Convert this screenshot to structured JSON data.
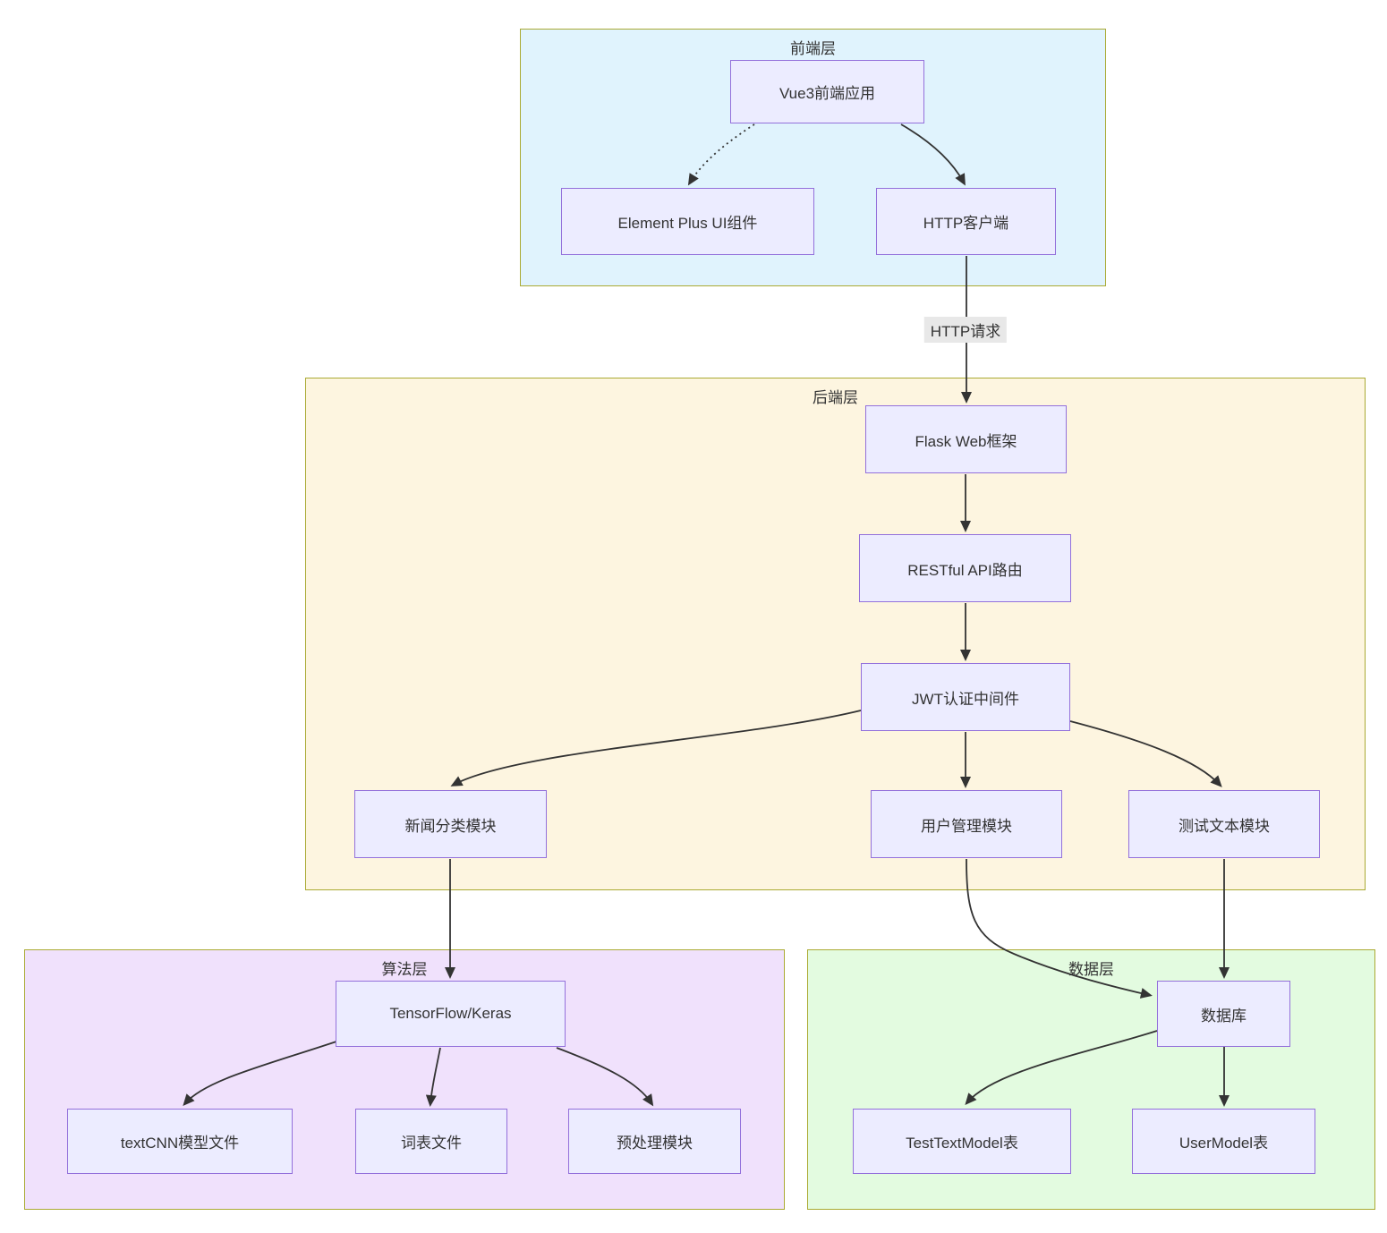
{
  "clusters": {
    "frontend": {
      "title": "前端层",
      "bg": "#e0f3fd"
    },
    "backend": {
      "title": "后端层",
      "bg": "#fdf5e0"
    },
    "algorithm": {
      "title": "算法层",
      "bg": "#f0e1fc"
    },
    "data": {
      "title": "数据层",
      "bg": "#e3fbe0"
    }
  },
  "nodes": {
    "vue3": {
      "label": "Vue3前端应用"
    },
    "element_plus": {
      "label": "Element Plus UI组件"
    },
    "http_client": {
      "label": "HTTP客户端"
    },
    "flask": {
      "label": "Flask Web框架"
    },
    "restful_api": {
      "label": "RESTful API路由"
    },
    "jwt": {
      "label": "JWT认证中间件"
    },
    "news_module": {
      "label": "新闻分类模块"
    },
    "user_module": {
      "label": "用户管理模块"
    },
    "test_text_module": {
      "label": "测试文本模块"
    },
    "tensorflow": {
      "label": "TensorFlow/Keras"
    },
    "textcnn_model": {
      "label": "textCNN模型文件"
    },
    "vocab_file": {
      "label": "词表文件"
    },
    "preprocess_module": {
      "label": "预处理模块"
    },
    "database": {
      "label": "数据库"
    },
    "test_text_table": {
      "label": "TestTextModel表"
    },
    "user_model_table": {
      "label": "UserModel表"
    }
  },
  "edges": {
    "http_request": {
      "label": "HTTP请求"
    },
    "list": [
      {
        "from": "Vue3前端应用",
        "to": "Element Plus UI组件",
        "style": "dotted"
      },
      {
        "from": "Vue3前端应用",
        "to": "HTTP客户端",
        "style": "solid"
      },
      {
        "from": "HTTP客户端",
        "to": "Flask Web框架",
        "style": "solid",
        "label": "HTTP请求"
      },
      {
        "from": "Flask Web框架",
        "to": "RESTful API路由",
        "style": "solid"
      },
      {
        "from": "RESTful API路由",
        "to": "JWT认证中间件",
        "style": "solid"
      },
      {
        "from": "JWT认证中间件",
        "to": "新闻分类模块",
        "style": "solid"
      },
      {
        "from": "JWT认证中间件",
        "to": "用户管理模块",
        "style": "solid"
      },
      {
        "from": "JWT认证中间件",
        "to": "测试文本模块",
        "style": "solid"
      },
      {
        "from": "新闻分类模块",
        "to": "TensorFlow/Keras",
        "style": "solid"
      },
      {
        "from": "TensorFlow/Keras",
        "to": "textCNN模型文件",
        "style": "solid"
      },
      {
        "from": "TensorFlow/Keras",
        "to": "词表文件",
        "style": "solid"
      },
      {
        "from": "TensorFlow/Keras",
        "to": "预处理模块",
        "style": "solid"
      },
      {
        "from": "用户管理模块",
        "to": "数据库",
        "style": "solid"
      },
      {
        "from": "测试文本模块",
        "to": "数据库",
        "style": "solid"
      },
      {
        "from": "数据库",
        "to": "TestTextModel表",
        "style": "solid"
      },
      {
        "from": "数据库",
        "to": "UserModel表",
        "style": "solid"
      }
    ]
  },
  "colors": {
    "node_fill": "#ECECFF",
    "node_border": "#9370DB",
    "cluster_border": "#aaaa33",
    "frontend_bg": "#e0f3fd",
    "backend_bg": "#fdf5e0",
    "algorithm_bg": "#f0e1fc",
    "data_bg": "#e3fbe0",
    "edge_stroke": "#333333",
    "edge_label_bg": "#e8e8e8",
    "text": "#333333"
  }
}
